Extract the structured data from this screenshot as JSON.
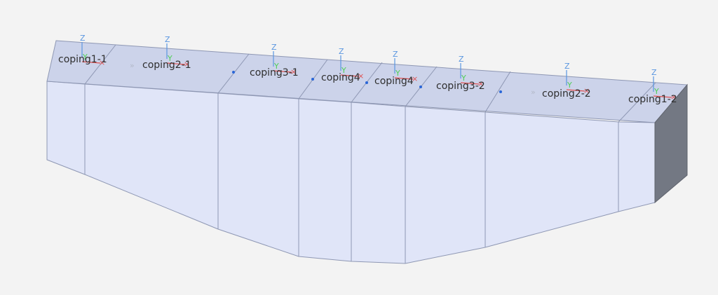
{
  "scene": {
    "colors": {
      "background": "#f3f3f3",
      "top_face": "#ccd3ea",
      "front_face": "#e0e5f8",
      "end_face": "#737883",
      "edge": "#8e97b3",
      "axis_z": "#5a96e0",
      "axis_y": "#4fcf58",
      "axis_x": "#e05252",
      "point": "#2a66d8"
    },
    "axis_labels": {
      "z": "Z",
      "y": "Y"
    },
    "segments": [
      {
        "label": "coping1-1"
      },
      {
        "label": "coping2-1"
      },
      {
        "label": "coping3-1"
      },
      {
        "label": "coping4"
      },
      {
        "label": "coping4"
      },
      {
        "label": "coping3-2"
      },
      {
        "label": "coping2-2"
      },
      {
        "label": "coping1-2"
      }
    ]
  }
}
